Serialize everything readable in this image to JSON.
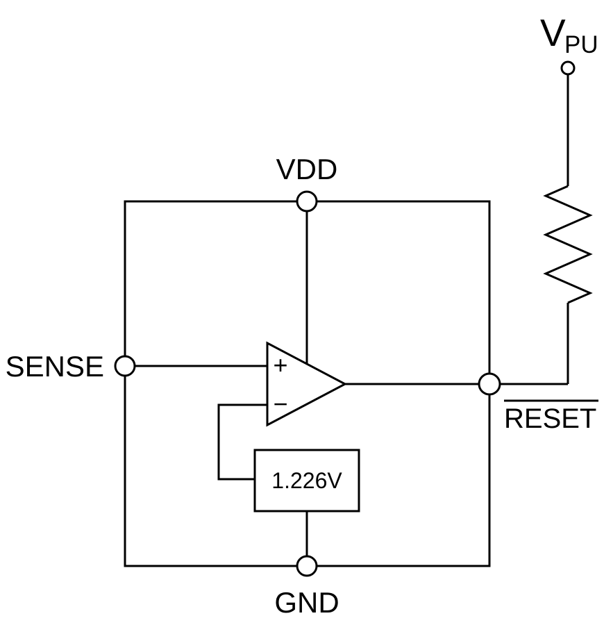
{
  "diagram": {
    "type": "circuit-schematic",
    "description": "Voltage supervisor comparator with external pull-up resistor on reset output",
    "labels": {
      "vdd": "VDD",
      "sense": "SENSE",
      "gnd": "GND",
      "reset": "RESET",
      "vpu_base": "V",
      "vpu_subscript": "PU",
      "reference_voltage": "1.226V",
      "comparator_plus": "+",
      "comparator_minus": "−"
    },
    "colors": {
      "line": "#000000",
      "background": "#ffffff"
    }
  }
}
